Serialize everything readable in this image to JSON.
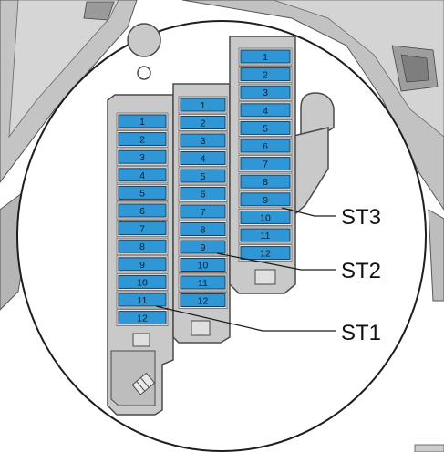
{
  "diagram": {
    "colors": {
      "fuse_fill": "#2f97d6",
      "fuse_stroke": "#1b3f5e",
      "block_fill": "#c9c9c9",
      "block_stroke": "#4a4a4a",
      "background_car": "#bdbdbd",
      "outline": "#222222"
    },
    "strips": [
      {
        "id": "ST1",
        "label": "ST1",
        "fuses": [
          "1",
          "2",
          "3",
          "4",
          "5",
          "6",
          "7",
          "8",
          "9",
          "10",
          "11",
          "12"
        ]
      },
      {
        "id": "ST2",
        "label": "ST2",
        "fuses": [
          "1",
          "2",
          "3",
          "4",
          "5",
          "6",
          "7",
          "8",
          "9",
          "10",
          "11",
          "12"
        ]
      },
      {
        "id": "ST3",
        "label": "ST3",
        "fuses": [
          "1",
          "2",
          "3",
          "4",
          "5",
          "6",
          "7",
          "8",
          "9",
          "10",
          "11",
          "12"
        ]
      }
    ]
  }
}
